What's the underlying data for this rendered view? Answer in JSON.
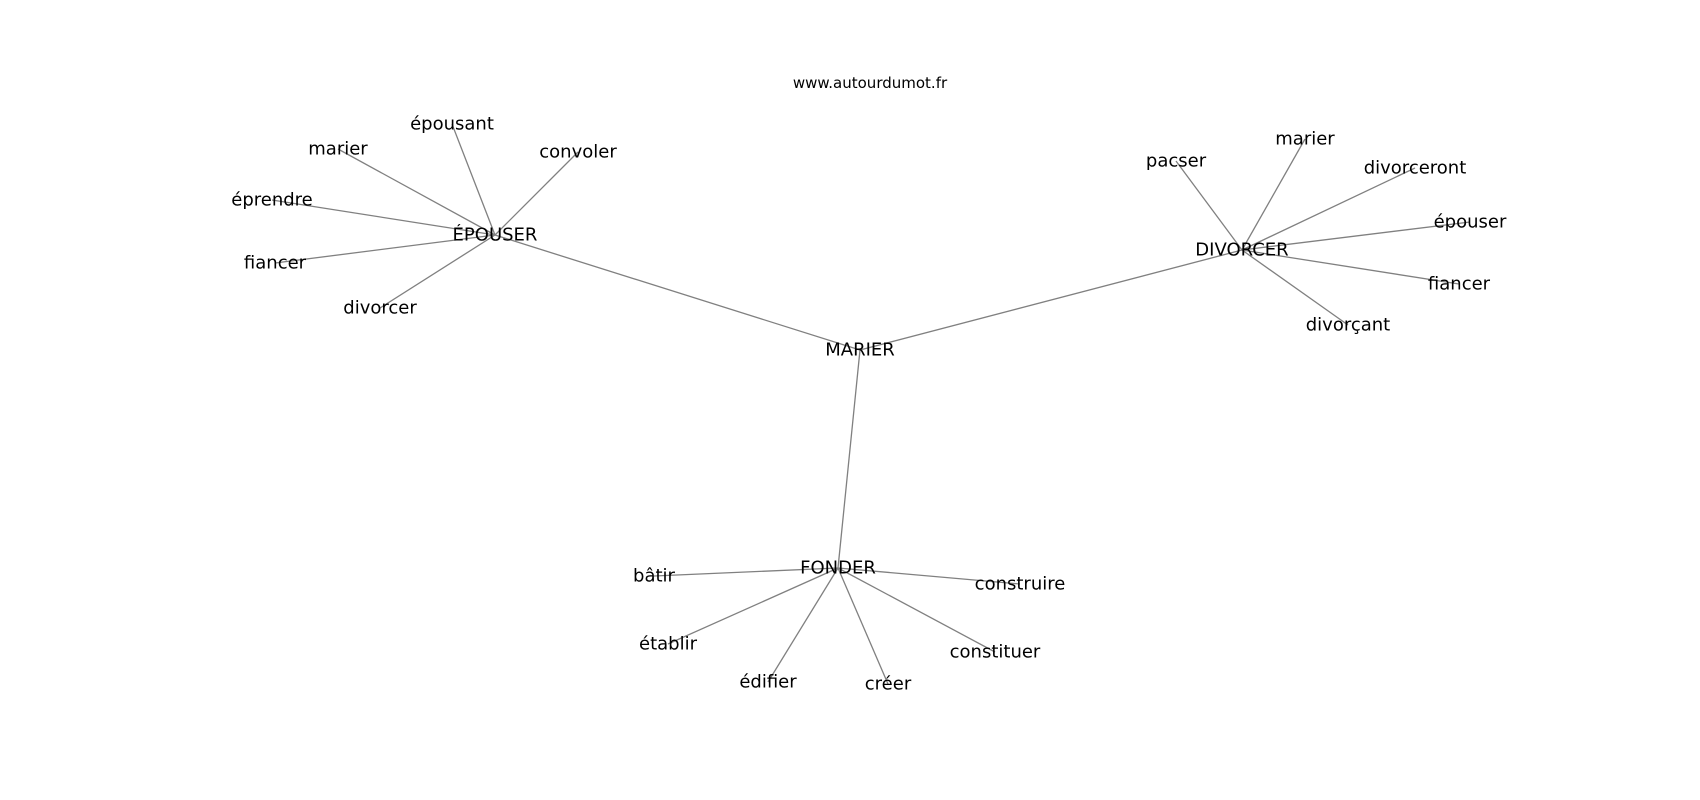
{
  "source": "www.autourdumot.fr",
  "graph": {
    "root": "MARIER",
    "groups": [
      {
        "hub": "ÉPOUSER",
        "leaves": [
          "épousant",
          "marier",
          "convoler",
          "éprendre",
          "fiancer",
          "divorcer"
        ]
      },
      {
        "hub": "DIVORCER",
        "leaves": [
          "pacser",
          "marier",
          "divorceront",
          "épouser",
          "fiancer",
          "divorçant"
        ]
      },
      {
        "hub": "FONDER",
        "leaves": [
          "bâtir",
          "construire",
          "établir",
          "constituer",
          "édifier",
          "créer"
        ]
      }
    ]
  },
  "colors": {
    "edge": "#808080",
    "text": "#000000",
    "background": "#ffffff"
  }
}
